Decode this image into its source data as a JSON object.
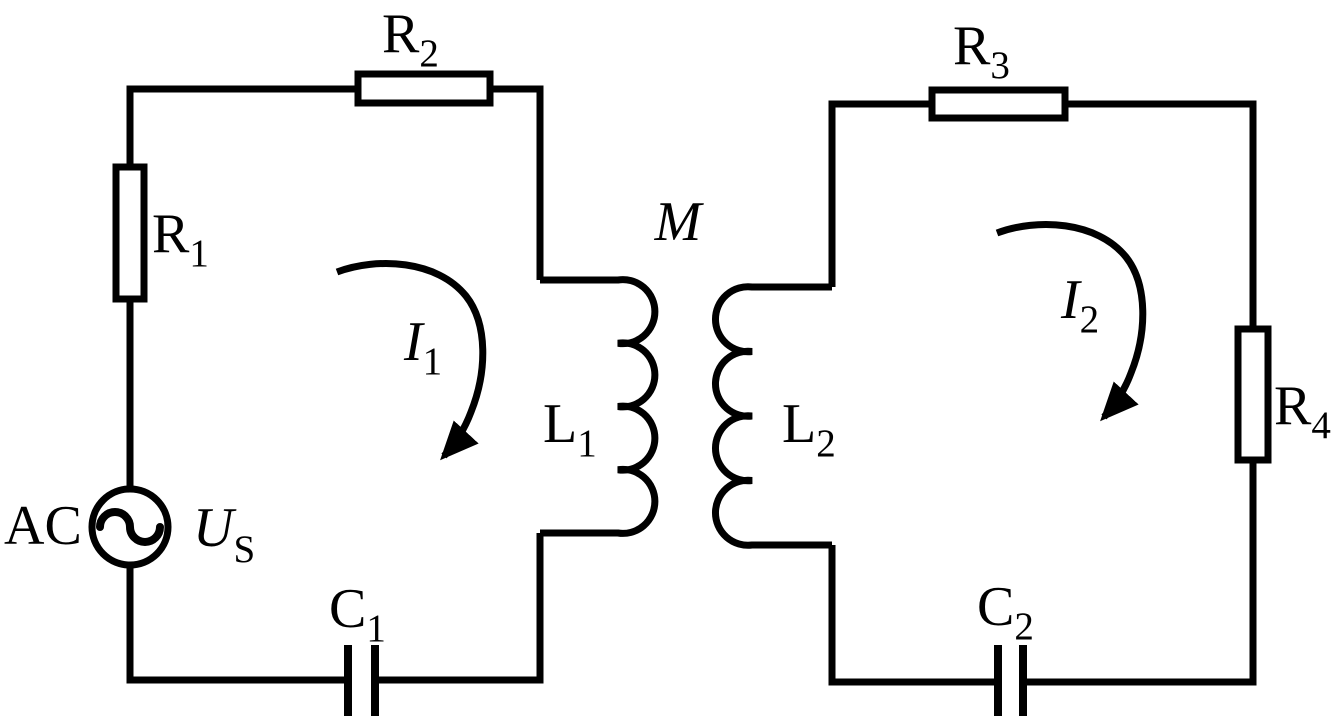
{
  "colors": {
    "line": "#000000",
    "background": "#ffffff"
  },
  "components": {
    "ac_source": {
      "prefix": "AC",
      "symbol": "U",
      "symbol_sub": "S"
    },
    "r1": {
      "main": "R",
      "sub": "1"
    },
    "r2": {
      "main": "R",
      "sub": "2"
    },
    "r3": {
      "main": "R",
      "sub": "3"
    },
    "r4": {
      "main": "R",
      "sub": "4"
    },
    "l1": {
      "main": "L",
      "sub": "1"
    },
    "l2": {
      "main": "L",
      "sub": "2"
    },
    "c1": {
      "main": "C",
      "sub": "1"
    },
    "c2": {
      "main": "C",
      "sub": "2"
    },
    "mutual_inductance": {
      "main": "M"
    },
    "i1": {
      "main": "I",
      "sub": "1"
    },
    "i2": {
      "main": "I",
      "sub": "2"
    }
  }
}
